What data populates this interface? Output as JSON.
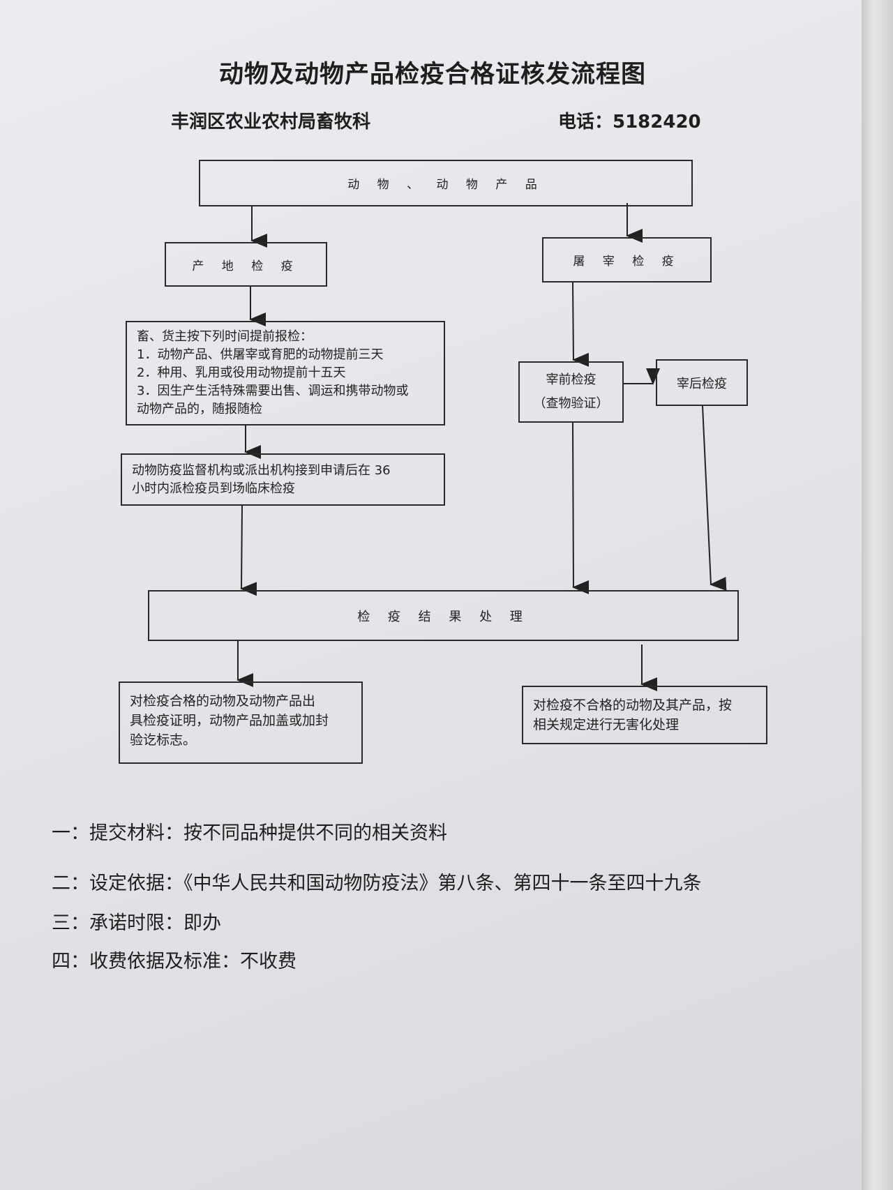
{
  "title": "动物及动物产品检疫合格证核发流程图",
  "department": "丰润区农业农村局畜牧科",
  "phone": "电话：5182420",
  "flow": {
    "start": "动 物 、 动 物 产 品",
    "origin": "产 地 检 疫",
    "slaughter": "屠 宰 检 疫",
    "report_lines": [
      "畜、货主按下列时间提前报检：",
      "1．动物产品、供屠宰或育肥的动物提前三天",
      "2．种用、乳用或役用动物提前十五天",
      "3．因生产生活特殊需要出售、调运和携带动物或",
      "动物产品的，随报随检"
    ],
    "dispatch_lines": [
      "动物防疫监督机构或派出机构接到申请后在 36",
      "小时内派检疫员到场临床检疫"
    ],
    "pre_slaughter": "宰前检疫",
    "pre_slaughter_note": "（查物验证）",
    "post_slaughter": "宰后检疫",
    "result": "检 疫 结 果 处 理",
    "pass_lines": [
      "对检疫合格的动物及动物产品出",
      "具检疫证明，动物产品加盖或加封",
      "验讫标志。"
    ],
    "fail_lines": [
      "对检疫不合格的动物及其产品，按",
      "相关规定进行无害化处理"
    ]
  },
  "notes": [
    "一：提交材料：按不同品种提供不同的相关资料",
    "二：设定依据：《中华人民共和国动物防疫法》第八条、第四十一条至四十九条",
    "三：承诺时限：即办",
    "四：收费依据及标准：不收费"
  ]
}
